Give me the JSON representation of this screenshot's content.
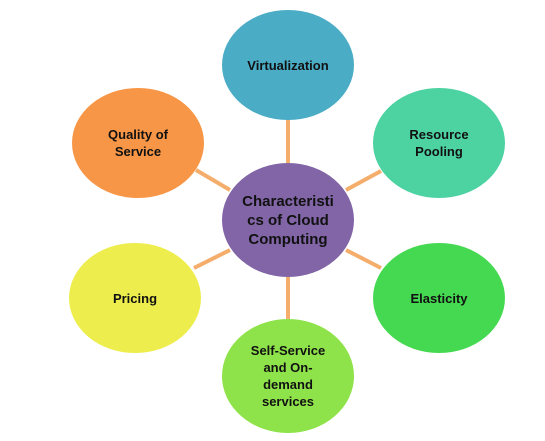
{
  "diagram": {
    "hub": {
      "label": "Characteristi cs of Cloud Computing",
      "color": "#8165a6"
    },
    "nodes": [
      {
        "key": "virtualization",
        "label": "Virtualization",
        "color": "#4bacc6"
      },
      {
        "key": "resource_pooling",
        "label": "Resource Pooling",
        "color": "#4dd2a2"
      },
      {
        "key": "elasticity",
        "label": "Elasticity",
        "color": "#45d952"
      },
      {
        "key": "self_service",
        "label": "Self-Service and On-demand services",
        "color": "#8fe34a"
      },
      {
        "key": "pricing",
        "label": "Pricing",
        "color": "#eded4d"
      },
      {
        "key": "quality_of_service",
        "label": "Quality of Service",
        "color": "#f79646"
      }
    ],
    "connector_color": "#f4ad6b"
  }
}
